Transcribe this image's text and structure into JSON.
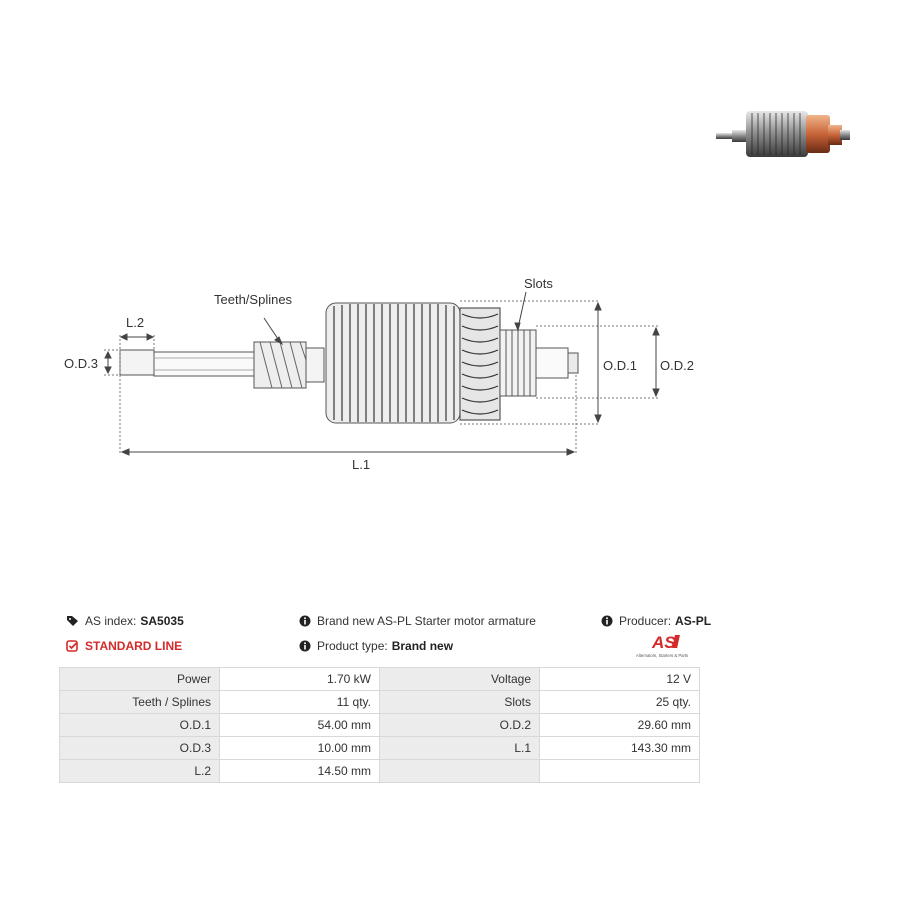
{
  "diagram": {
    "labels": {
      "teeth": "Teeth/Splines",
      "slots": "Slots",
      "l2": "L.2",
      "od3": "O.D.3",
      "od1": "O.D.1",
      "od2": "O.D.2",
      "l1": "L.1"
    }
  },
  "info": {
    "as_index_label": "AS index:",
    "as_index_value": "SA5035",
    "description": "Brand new AS-PL Starter motor armature",
    "producer_label": "Producer:",
    "producer_value": "AS-PL",
    "line": "STANDARD LINE",
    "product_type_label": "Product type:",
    "product_type_value": "Brand new",
    "logo_text": "AS",
    "logo_tagline": "Alternators, Starters & Parts"
  },
  "specs": [
    {
      "k1": "Power",
      "v1": "1.70 kW",
      "k2": "Voltage",
      "v2": "12 V"
    },
    {
      "k1": "Teeth / Splines",
      "v1": "11 qty.",
      "k2": "Slots",
      "v2": "25 qty."
    },
    {
      "k1": "O.D.1",
      "v1": "54.00 mm",
      "k2": "O.D.2",
      "v2": "29.60 mm"
    },
    {
      "k1": "O.D.3",
      "v1": "10.00 mm",
      "k2": "L.1",
      "v2": "143.30 mm"
    },
    {
      "k1": "L.2",
      "v1": "14.50 mm",
      "k2": "",
      "v2": ""
    }
  ],
  "colors": {
    "accent_red": "#d42a2a",
    "header_gray": "#ececec"
  }
}
